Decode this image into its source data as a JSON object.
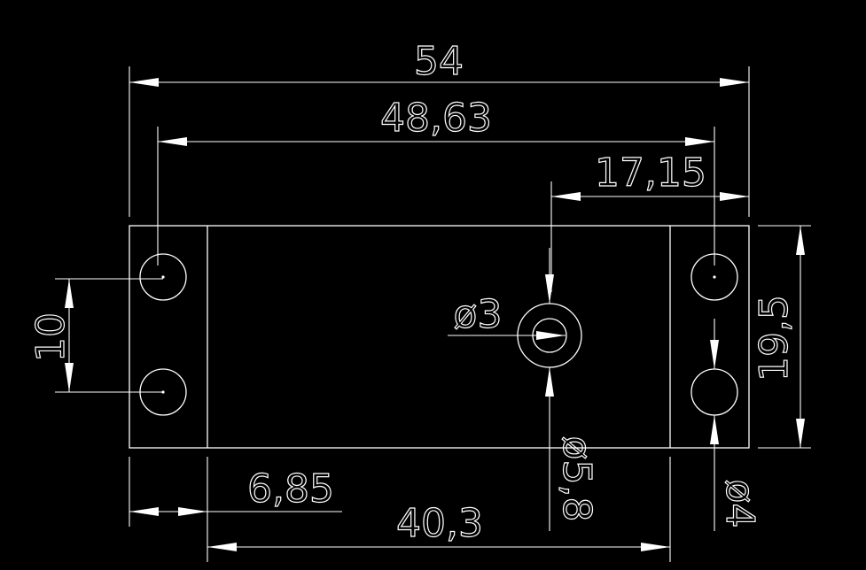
{
  "colors": {
    "background": "#000000",
    "stroke": "#ffffff"
  },
  "dimensions": {
    "overall_width": "54",
    "hole_spacing_horizontal": "48,63",
    "center_hole_offset": "17,15",
    "hole_spacing_vertical": "10",
    "body_height": "19,5",
    "flange_width": "6,85",
    "body_width": "40,3",
    "center_hole_inner_dia": "ø3",
    "center_hole_outer_dia": "ø5,8",
    "mount_hole_dia": "ø4"
  }
}
